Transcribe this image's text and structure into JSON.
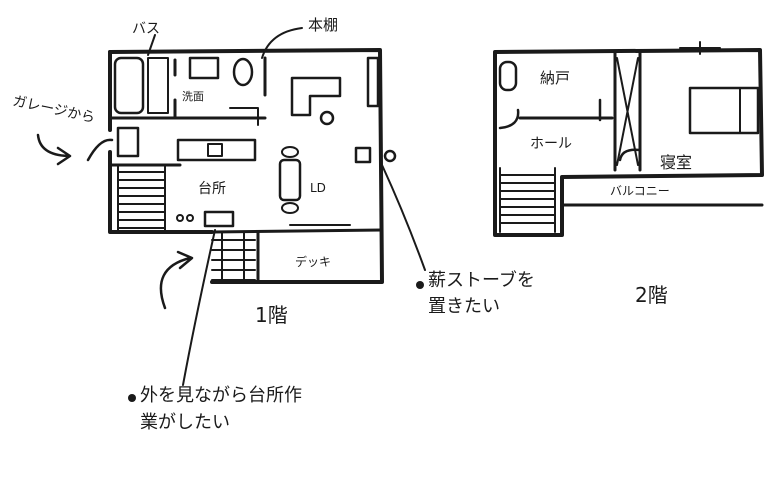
{
  "floor1": {
    "title": "1階",
    "rooms": {
      "bath": "バス",
      "bookshelf": "本棚",
      "washroom": "洗面",
      "kitchen": "台所",
      "living_dining": "LD",
      "deck": "デッキ"
    },
    "notes": {
      "from_garage": "ガレージから",
      "new_stove": "薪ストーブを置きたい",
      "kitchen_wish": "外を見ながら台所作業がしたい"
    }
  },
  "floor2": {
    "title": "2階",
    "rooms": {
      "storage": "納戸",
      "hall": "ホール",
      "bedroom": "寝室",
      "balcony": "バルコニー"
    }
  }
}
